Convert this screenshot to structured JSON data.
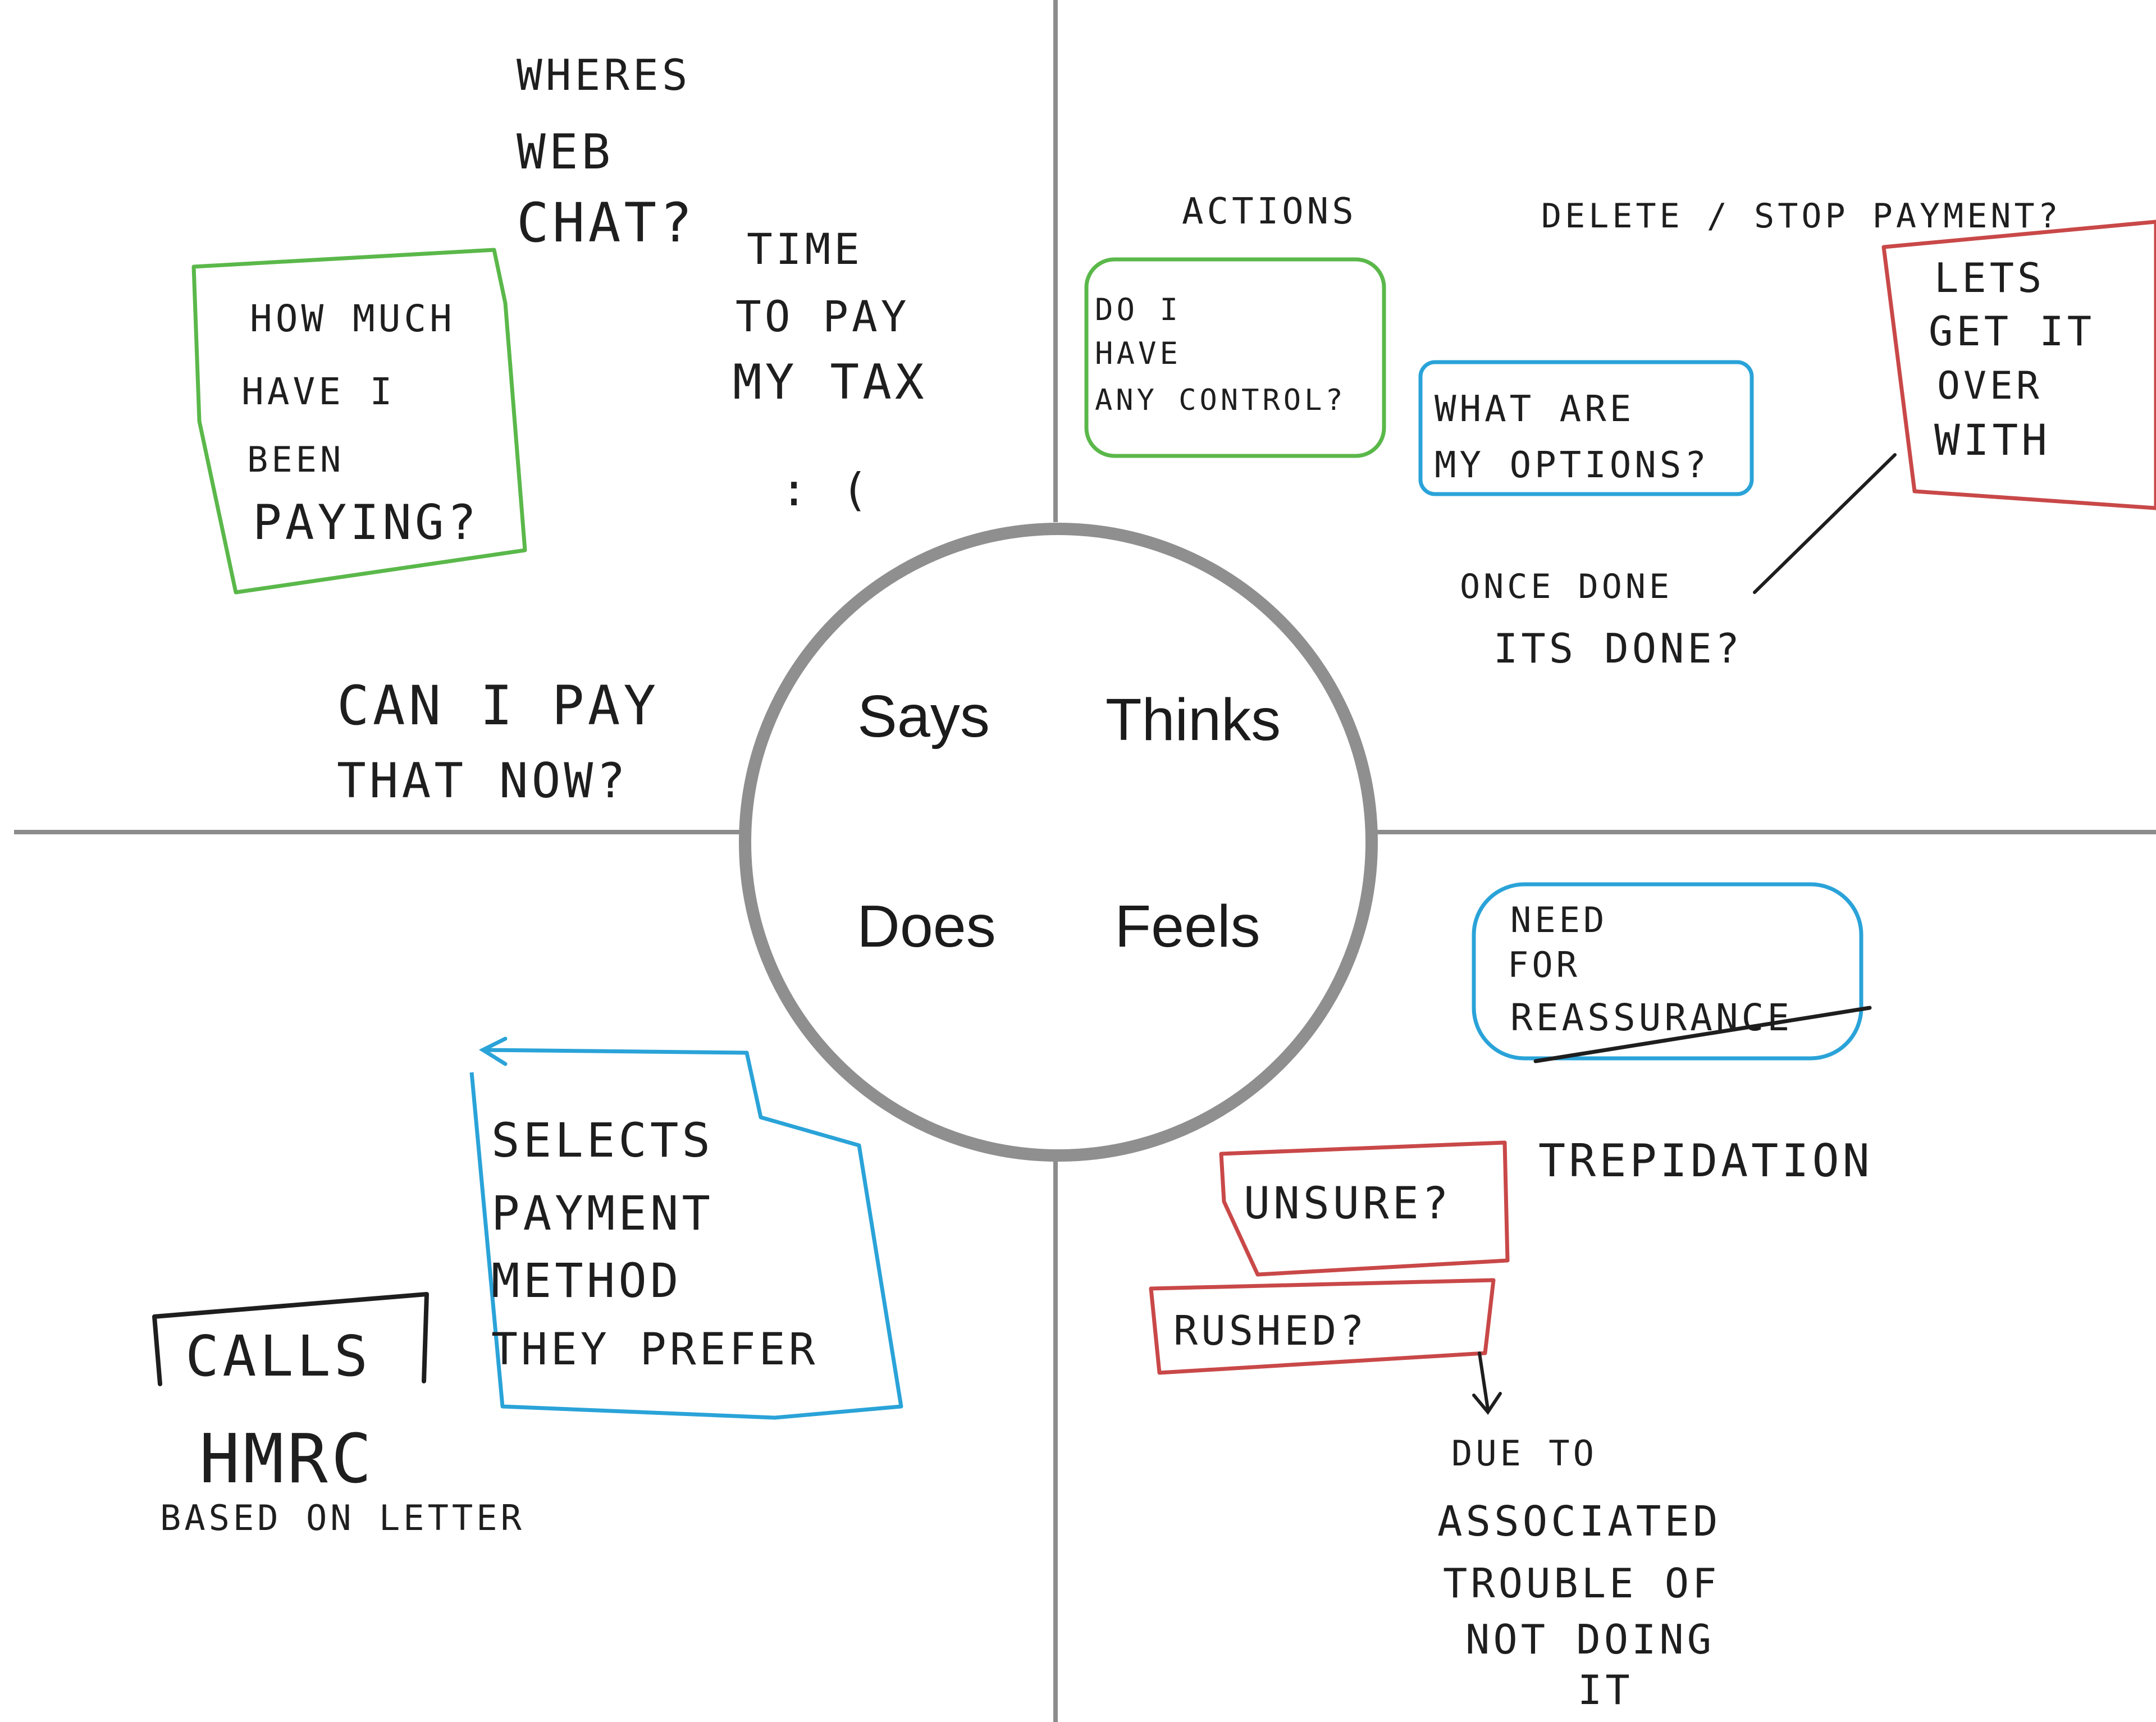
{
  "center": {
    "quadrants": [
      "Says",
      "Thinks",
      "Does",
      "Feels"
    ]
  },
  "says": {
    "web_chat": [
      "WHERES",
      "WEB",
      "CHAT?"
    ],
    "how_much": [
      "HOW MUCH",
      "HAVE I",
      "BEEN",
      "PAYING?"
    ],
    "time_to_pay": [
      "TIME",
      "TO PAY",
      "MY TAX"
    ],
    "sad_face": ": (",
    "pay_now": [
      "CAN I PAY",
      "THAT NOW?"
    ]
  },
  "thinks": {
    "actions": "ACTIONS",
    "delete_stop": "DELETE / STOP PAYMENT?",
    "control": [
      "DO I",
      "HAVE",
      "ANY CONTROL?"
    ],
    "options": [
      "WHAT ARE",
      "MY OPTIONS?"
    ],
    "get_over": [
      "LETS",
      "GET IT",
      "OVER",
      "WITH"
    ],
    "once_done": [
      "ONCE DONE",
      "ITS DONE?"
    ]
  },
  "does": {
    "selects": [
      "SELECTS",
      "PAYMENT",
      "METHOD",
      "THEY PREFER"
    ],
    "calls": "CALLS",
    "hmrc": "HMRC",
    "based_on": "BASED ON LETTER"
  },
  "feels": {
    "reassurance": [
      "NEED",
      "FOR",
      "REASSURANCE"
    ],
    "unsure": "UNSURE?",
    "trepidation": "TREPIDATION",
    "rushed": "RUSHED?",
    "due_to": [
      "DUE TO",
      "ASSOCIATED",
      "TROUBLE OF",
      "NOT DOING",
      "IT"
    ]
  },
  "colors": {
    "green": "#5ab84a",
    "blue": "#2aa3d8",
    "red": "#c94848",
    "ink": "#1e1e1e",
    "divider": "#8c8c8c",
    "ring": "#8f8f8f"
  }
}
